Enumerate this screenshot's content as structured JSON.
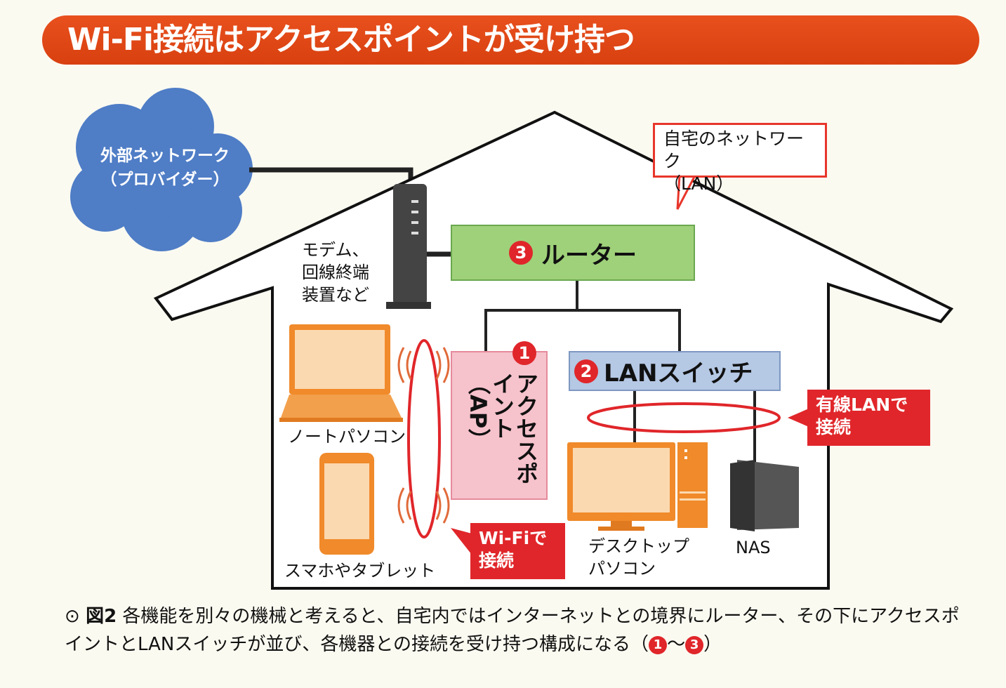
{
  "title": "Wi-Fi接続はアクセスポイントが受け持つ",
  "cloud": {
    "line1": "外部ネットワーク",
    "line2": "（プロバイダー）"
  },
  "lan_bubble": {
    "line1": "自宅のネットワーク",
    "line2": "（LAN）"
  },
  "modem_label": {
    "line1": "モデム、",
    "line2": "回線終端",
    "line3": "装置など"
  },
  "router": {
    "number": "3",
    "label": "ルーター"
  },
  "access_point": {
    "number": "1",
    "label": "アクセスポイント（AP）"
  },
  "lan_switch": {
    "number": "2",
    "label": "LANスイッチ"
  },
  "wired_callout": {
    "line1": "有線LANで",
    "line2": "接続"
  },
  "wifi_callout": {
    "line1": "Wi-Fiで",
    "line2": "接続"
  },
  "devices": {
    "laptop": "ノートパソコン",
    "phone": "スマホやタブレット",
    "desktop": {
      "line1": "デスクトップ",
      "line2": "パソコン"
    },
    "nas": "NAS"
  },
  "caption": {
    "figure": "図2",
    "text": "各機能を別々の機械と考えると、自宅内ではインターネットとの境界にルーター、その下にアクセスポイントとLANスイッチが並び、各機器との接続を受け持つ構成になる（",
    "num_start": "1",
    "range_sep": "～",
    "num_end": "3",
    "close": "）"
  },
  "colors": {
    "accent": "#e0262a",
    "title_bg": "#e0481a",
    "router": "#9fd17a",
    "switch": "#b5c8e4",
    "ap": "#f6c2cc",
    "cloud": "#4f7dc6"
  }
}
